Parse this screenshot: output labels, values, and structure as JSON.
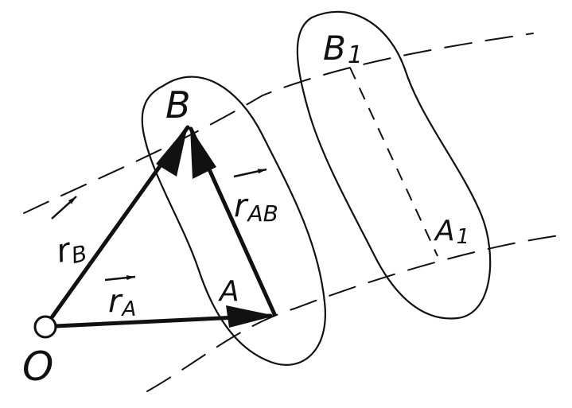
{
  "colors": {
    "ink": "#111111",
    "background": "#ffffff"
  },
  "points": {
    "origin": "O",
    "a": "A",
    "b": "B",
    "a1_main": "A",
    "a1_sub": "1",
    "b1_main": "B",
    "b1_sub": "1"
  },
  "vectors": {
    "ra": {
      "main": "r",
      "sub": "A"
    },
    "rb": {
      "main": "r",
      "sub": "B"
    },
    "rab": {
      "main": "r",
      "sub": "AB"
    }
  },
  "icons": {
    "vector_arrow": "vector-arrow-icon",
    "origin_dot": "origin-circle-icon"
  }
}
